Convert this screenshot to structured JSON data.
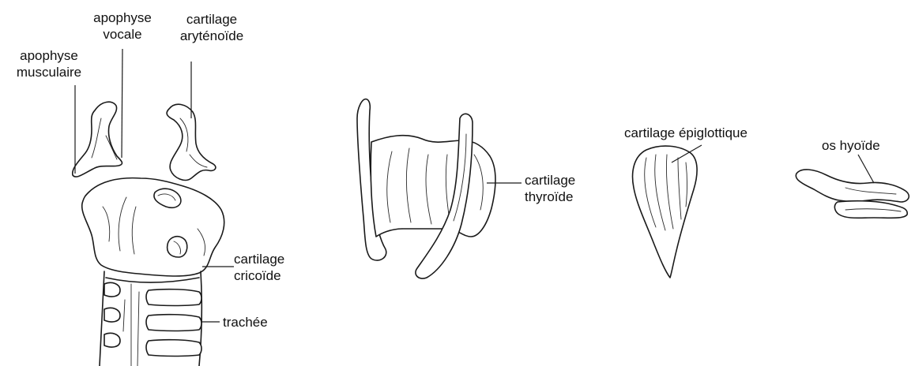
{
  "labels": {
    "apophyse_vocale": [
      "apophyse",
      "vocale"
    ],
    "cartilage_arytenoide": [
      "cartilage",
      "aryténoïde"
    ],
    "apophyse_musculaire": [
      "apophyse",
      "musculaire"
    ],
    "cartilage_cricoide": [
      "cartilage",
      "cricoïde"
    ],
    "trachee": [
      "trachée"
    ],
    "cartilage_thyroide": [
      "cartilage",
      "thyroïde"
    ],
    "cartilage_epiglottique": [
      "cartilage épiglottique"
    ],
    "os_hyoide": [
      "os hyoïde"
    ]
  }
}
